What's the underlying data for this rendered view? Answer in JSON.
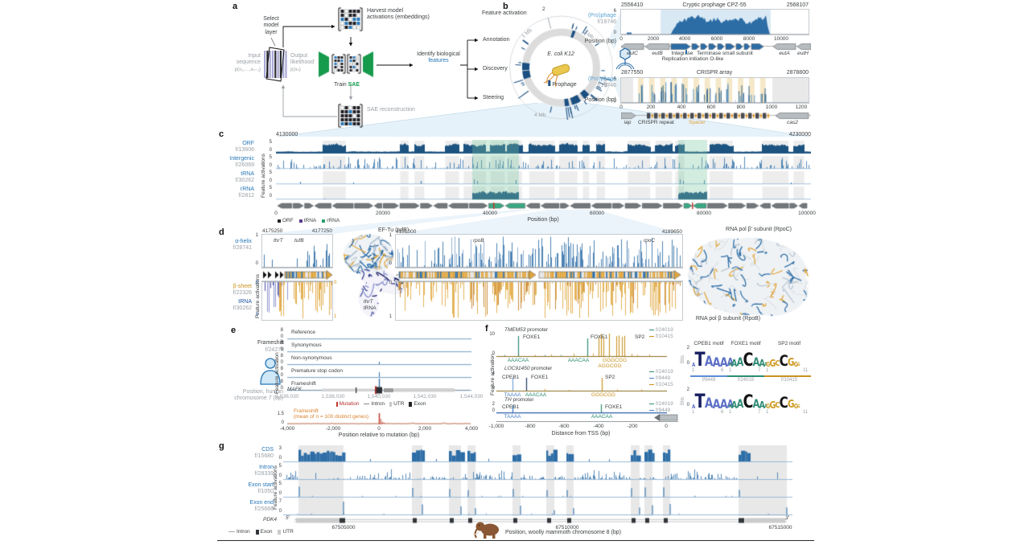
{
  "colors": {
    "blue": "#2776b6",
    "light_blue": "#5ba3d0",
    "navy": "#1b4f82",
    "signal_blue": "#2d6da6",
    "gold": "#d9a13a",
    "green": "#2e8b74",
    "grey": "#9aa0a6",
    "red": "#c0392b",
    "sae_green": "#169a4c",
    "purple": "#5a3e8f"
  },
  "a": {
    "label": "a",
    "select": "Select model layer",
    "input": "Input sequence",
    "input_f": "p(x₁,…,xₙ₋₁)",
    "output": "Output likelihood",
    "output_f": "p(xₙ)",
    "harvest": "Harvest model activations (embeddings)",
    "train": "Train ",
    "sae": "SAE",
    "identify": "Identify biological",
    "features": "features",
    "annotation": "Annotation",
    "discovery": "Discovery",
    "steering": "Steering",
    "recon": "SAE reconstruction"
  },
  "b": {
    "label": "b",
    "feature_activation": "Feature activation",
    "scale": "2",
    "mb": [
      "1 Mb",
      "2 Mb",
      "3 Mb",
      "4 Mb"
    ],
    "organism": "E. coli K12",
    "prophage": "Prophage",
    "track_label": "(Pro)phage",
    "track_feat": "f/19746",
    "position": "Position (bp)",
    "t1": {
      "start": "2556410",
      "title": "Cryptic prophage CPZ-55",
      "end": "2568107",
      "ymax": "6",
      "ymin": "0",
      "xticks": [
        "0",
        "2000",
        "4000",
        "6000",
        "8000",
        "10000"
      ],
      "g": [
        "eutC",
        "eutB",
        "Integrase",
        "Terminase small subunit",
        "eutA",
        "eutH"
      ],
      "sub": "Replication initiation O-like"
    },
    "t2": {
      "start": "2877550",
      "title": "CRISPR array",
      "end": "2878800",
      "ymax": "5",
      "ymin": "0",
      "xticks": [
        "0",
        "200",
        "400",
        "600",
        "800",
        "1000",
        "1200"
      ],
      "iap": "iap",
      "repeat": "CRISPR repeat",
      "spacer": "Spacer",
      "cas2": "cas2"
    }
  },
  "c": {
    "label": "c",
    "start": "4130000",
    "end": "4230000",
    "yaxis": "Feature activations",
    "ymax": "5",
    "ymin": "0",
    "rows": [
      {
        "n": "ORF",
        "f": "f/13606"
      },
      {
        "n": "Intergenic",
        "f": "f/26069"
      },
      {
        "n": "tRNA",
        "f": "f/30262"
      },
      {
        "n": "rRNA",
        "f": "f/2812"
      }
    ],
    "xticks": [
      "0",
      "20000",
      "40000",
      "60000",
      "80000",
      "100000"
    ],
    "xlabel": "Position (bp)",
    "legend": [
      "ORF",
      "tRNA",
      "rRNA"
    ]
  },
  "d": {
    "label": "d",
    "yaxis": "Feature activations",
    "rows": [
      {
        "n": "α-helix",
        "f": "f/28741"
      },
      {
        "n": "β-sheet",
        "f": "f/22326"
      },
      {
        "n": "tRNA",
        "f": "f/30262"
      }
    ],
    "p1": {
      "start": "4175250",
      "end": "4177250",
      "g1": "thrT",
      "g2": "tufB",
      "t1": "1",
      "t0": "0",
      "l0": "0",
      "l2": "2",
      "r0": "0",
      "r1": "1"
    },
    "p2": {
      "start": "4181000",
      "end": "4189650",
      "g1": "rpoB",
      "g2": "rpoC",
      "t1": "1",
      "t0": "0",
      "b0": "0",
      "b1": "1"
    },
    "eftu": "EF-Tu (tufB)",
    "trna1": "thrT",
    "trna2": "tRNA",
    "rpoc": "RNA pol β′ subunit (RpoC)",
    "rpob": "RNA pol β subunit (RpoB)"
  },
  "e": {
    "label": "e",
    "name": "Frameshift",
    "feat": "f/24278",
    "pos": "Position, human chromosome 7 (bp)",
    "yaxis": "Feature activation",
    "ymax": "8",
    "ymin": "0",
    "tracks": [
      "Reference",
      "Synonymous",
      "Non-synonymous",
      "Premature stop codon",
      "Frameshift"
    ],
    "gene": "MAFK",
    "xticks": [
      "1,536,030",
      "1,538,030",
      "1,540,030",
      "1,542,030",
      "1,544,030"
    ],
    "leg_mut": "Mutation",
    "leg_int": "Intron",
    "leg_utr": "UTR",
    "leg_ex": "Exon",
    "b1": "Frameshift",
    "b2": "(mean of n = 100 distinct genes)",
    "bymax": "1.5",
    "bymin": "0",
    "bxticks": [
      "-4,000",
      "-2,000",
      "0",
      "2,000",
      "4,000"
    ],
    "bxlabel": "Position relative to mutation (bp)"
  },
  "f": {
    "label": "f",
    "yaxis": "Feature activation",
    "r1": {
      "gene": "TMEM53",
      "prom": " promoter",
      "ymax": "10",
      "ymin": "0",
      "s1": "FOXE1",
      "s2": "FOXE1",
      "s3": "SP2",
      "m1": "AAACAA",
      "m2": "AAACAA",
      "m3": "GGGCGG",
      "m4": "AGGCGG",
      "legend": [
        {
          "f": "f/24019",
          "c": "#2e8b74"
        },
        {
          "f": "f/10415",
          "c": "#c9921e"
        }
      ]
    },
    "r2": {
      "gene": "LOC91450",
      "prom": " promoter",
      "ymax": "4",
      "ymin": "0",
      "s1": "CPEB1",
      "s2": "FOXE1",
      "s3": "SP2",
      "m1": "TAAAA",
      "m2": "AAACAA",
      "m3": "GGGCGG",
      "legend": [
        {
          "f": "f/24019",
          "c": "#2e8b74"
        },
        {
          "f": "f/9449",
          "c": "#4a7fc9"
        },
        {
          "f": "f/10415",
          "c": "#c9921e"
        }
      ]
    },
    "r3": {
      "gene": "TH",
      "prom": " promoter",
      "ymax": "2",
      "ymin": "0",
      "s1": "CPEB1",
      "s2": "FOXE1",
      "m1": "TAAAA",
      "m2": "AAACAA",
      "legend": [
        {
          "f": "f/24019",
          "c": "#2e8b74"
        },
        {
          "f": "f/9449",
          "c": "#4a7fc9"
        }
      ]
    },
    "xticks": [
      "-1,000",
      "-800",
      "-600",
      "-400",
      "-200",
      "0"
    ],
    "xlabel": "Distance from TSS (bp)",
    "motifs": {
      "titles": [
        "CPEB1 motif",
        "FOXE1 motif",
        "SP2 motif"
      ],
      "bits": "Bits",
      "ymax": "2",
      "ymin": "0",
      "x1": [
        "1",
        "1",
        "1"
      ],
      "x2": [
        "6",
        "7",
        "11"
      ],
      "feats": [
        "f/9449",
        "f/24019",
        "f/10415"
      ]
    }
  },
  "g": {
    "label": "g",
    "yaxis": "Feature activations",
    "ymin": "0",
    "rows": [
      {
        "n": "CDS",
        "f": "f/15680",
        "ymax": "3"
      },
      {
        "n": "Intron",
        "f": "f/28339",
        "ymax": "5"
      },
      {
        "n": "Exon start",
        "f": "f/1050",
        "ymax": "5"
      },
      {
        "n": "Exon end",
        "f": "f/25666",
        "ymax": "7"
      }
    ],
    "gene": "PDK4",
    "five": "5′",
    "three": "3′",
    "xticks": [
      "67505000",
      "67510000",
      "67515000"
    ],
    "legend": [
      "Intron",
      "Exon",
      "UTR"
    ],
    "caption": "Position, woolly mammoth chromosome 8 (bp)"
  },
  "chart_data": [
    {
      "id": "b1",
      "type": "area",
      "title": "Cryptic prophage CPZ-55",
      "x_start": 2556410,
      "x_end": 2568107,
      "xlabel": "Position (bp)",
      "xticks": [
        0,
        2000,
        4000,
        6000,
        8000,
        10000
      ],
      "ylim": [
        0,
        6
      ],
      "series": [
        {
          "name": "(Pro)phage f/19746",
          "summary": "high activation (2-6) across prophage region ~3000-9200 bp, near zero elsewhere; prophage region shaded"
        }
      ],
      "genes": [
        "eutC",
        "eutB",
        "Integrase",
        "Terminase small subunit",
        "eutA",
        "eutH"
      ],
      "annotation": "Replication initiation O-like"
    },
    {
      "id": "b2",
      "type": "area",
      "title": "CRISPR array",
      "x_start": 2877550,
      "x_end": 2878800,
      "xlabel": "Position (bp)",
      "xticks": [
        0,
        200,
        400,
        600,
        800,
        1000,
        1200
      ],
      "ylim": [
        0,
        5
      ],
      "series": [
        {
          "name": "(Pro)phage f/19746",
          "summary": "periodic activation peaks (2-5) over ~12 spacer units between 100-950 bp"
        }
      ],
      "genes": [
        "iap",
        "CRISPR repeat",
        "Spacer",
        "cas2"
      ]
    },
    {
      "id": "c",
      "type": "area",
      "x_start": 4130000,
      "x_end": 4230000,
      "xlabel": "Position (bp)",
      "xticks": [
        0,
        20000,
        40000,
        60000,
        80000,
        100000
      ],
      "ylim": [
        0,
        5
      ],
      "series": [
        {
          "name": "ORF f/13606",
          "summary": "dense high activation over ORFs"
        },
        {
          "name": "Intergenic f/26069",
          "summary": "sharp spikes between genes"
        },
        {
          "name": "tRNA f/30262",
          "summary": "isolated spikes at tRNA loci near rRNA operons"
        },
        {
          "name": "rRNA f/2812",
          "summary": "activation confined to two highlighted rRNA operon regions ~38-45 kb and ~78-85 kb"
        }
      ]
    },
    {
      "id": "d1",
      "type": "area",
      "x_start": 4175250,
      "x_end": 4177250,
      "genes": [
        "thrT",
        "tufB"
      ],
      "series": [
        {
          "name": "α-helix f/28741",
          "ylim": [
            0,
            1
          ],
          "summary": "upward spikes over tufB"
        },
        {
          "name": "tRNA f/30262",
          "ylim": [
            0,
            2
          ],
          "summary": "downward spikes over thrT"
        },
        {
          "name": "β-sheet f/22326",
          "ylim": [
            0,
            1
          ],
          "summary": "downward spikes over tufB"
        }
      ]
    },
    {
      "id": "d2",
      "type": "area",
      "x_start": 4181000,
      "x_end": 4189650,
      "genes": [
        "rpoB",
        "rpoC"
      ],
      "series": [
        {
          "name": "α-helix f/28741",
          "ylim": [
            0,
            1
          ],
          "summary": "dense upward spikes"
        },
        {
          "name": "β-sheet f/22326",
          "ylim": [
            0,
            1
          ],
          "summary": "dense downward spikes"
        }
      ]
    },
    {
      "id": "e",
      "type": "line",
      "tracks": [
        "Reference",
        "Synonymous",
        "Non-synonymous",
        "Premature stop codon",
        "Frameshift"
      ],
      "ylim": [
        0,
        8
      ],
      "gene": "MAFK",
      "xticks": [
        "1,536,030",
        "1,538,030",
        "1,540,030",
        "1,542,030",
        "1,544,030"
      ],
      "summary": "Frameshift feature f/24278 spikes at mutation position ~1,540,030: strongest for frameshift, weak for premature stop codon and non-synonymous, absent for reference/synonymous; bottom: mean of n=100 distinct genes peaks ~1.5 at 0, x from -4,000 to 4,000 bp relative to mutation"
    },
    {
      "id": "f",
      "type": "line",
      "xlabel": "Distance from TSS (bp)",
      "xlim": [
        -1000,
        0
      ],
      "rows": [
        {
          "promoter": "TMEM53",
          "ylim": [
            0,
            10
          ],
          "peaks": [
            {
              "motif": "FOXE1",
              "seq": "AAACAA",
              "pos": -870
            },
            {
              "motif": "FOXE1",
              "seq": "AAACAA",
              "pos": -470
            },
            {
              "motif": "SP2",
              "seq": "GGGCGG / AGGCGG",
              "pos": -330
            }
          ],
          "features": [
            "f/24019",
            "f/10415"
          ]
        },
        {
          "promoter": "LOC91450",
          "ylim": [
            0,
            4
          ],
          "peaks": [
            {
              "motif": "CPEB1",
              "seq": "TAAAA",
              "pos": -900
            },
            {
              "motif": "FOXE1",
              "seq": "AAACAA",
              "pos": -820
            },
            {
              "motif": "SP2",
              "seq": "GGGCGG",
              "pos": -390
            }
          ],
          "features": [
            "f/24019",
            "f/9449",
            "f/10415"
          ]
        },
        {
          "promoter": "TH",
          "ylim": [
            0,
            2
          ],
          "peaks": [
            {
              "motif": "CPEB1",
              "seq": "TAAAA",
              "pos": -900
            },
            {
              "motif": "FOXE1",
              "seq": "AAACAA",
              "pos": -400
            }
          ],
          "features": [
            "f/24019",
            "f/9449"
          ]
        }
      ],
      "motif_logos": {
        "CPEB1": "TAAAA",
        "FOXE1": "AACAA",
        "SP2": "GGGCGG",
        "bits_ylim": [
          0,
          2
        ],
        "positions": [
          6,
          7,
          11
        ]
      }
    },
    {
      "id": "g",
      "type": "area",
      "gene": "PDK4",
      "xticks": [
        67505000,
        67510000,
        67515000
      ],
      "tracks": [
        {
          "name": "CDS f/15680",
          "ylim": [
            0,
            3
          ],
          "summary": "blocks of activation over exons (shaded)"
        },
        {
          "name": "Intron f/28339",
          "ylim": [
            0,
            5
          ],
          "summary": "dense activation over introns, low in exons and 3' UTR"
        },
        {
          "name": "Exon start f/1050",
          "ylim": [
            0,
            5
          ],
          "summary": "spikes at exon start boundaries"
        },
        {
          "name": "Exon end f/25666",
          "ylim": [
            0,
            7
          ],
          "summary": "spikes at exon end boundaries"
        }
      ]
    }
  ]
}
